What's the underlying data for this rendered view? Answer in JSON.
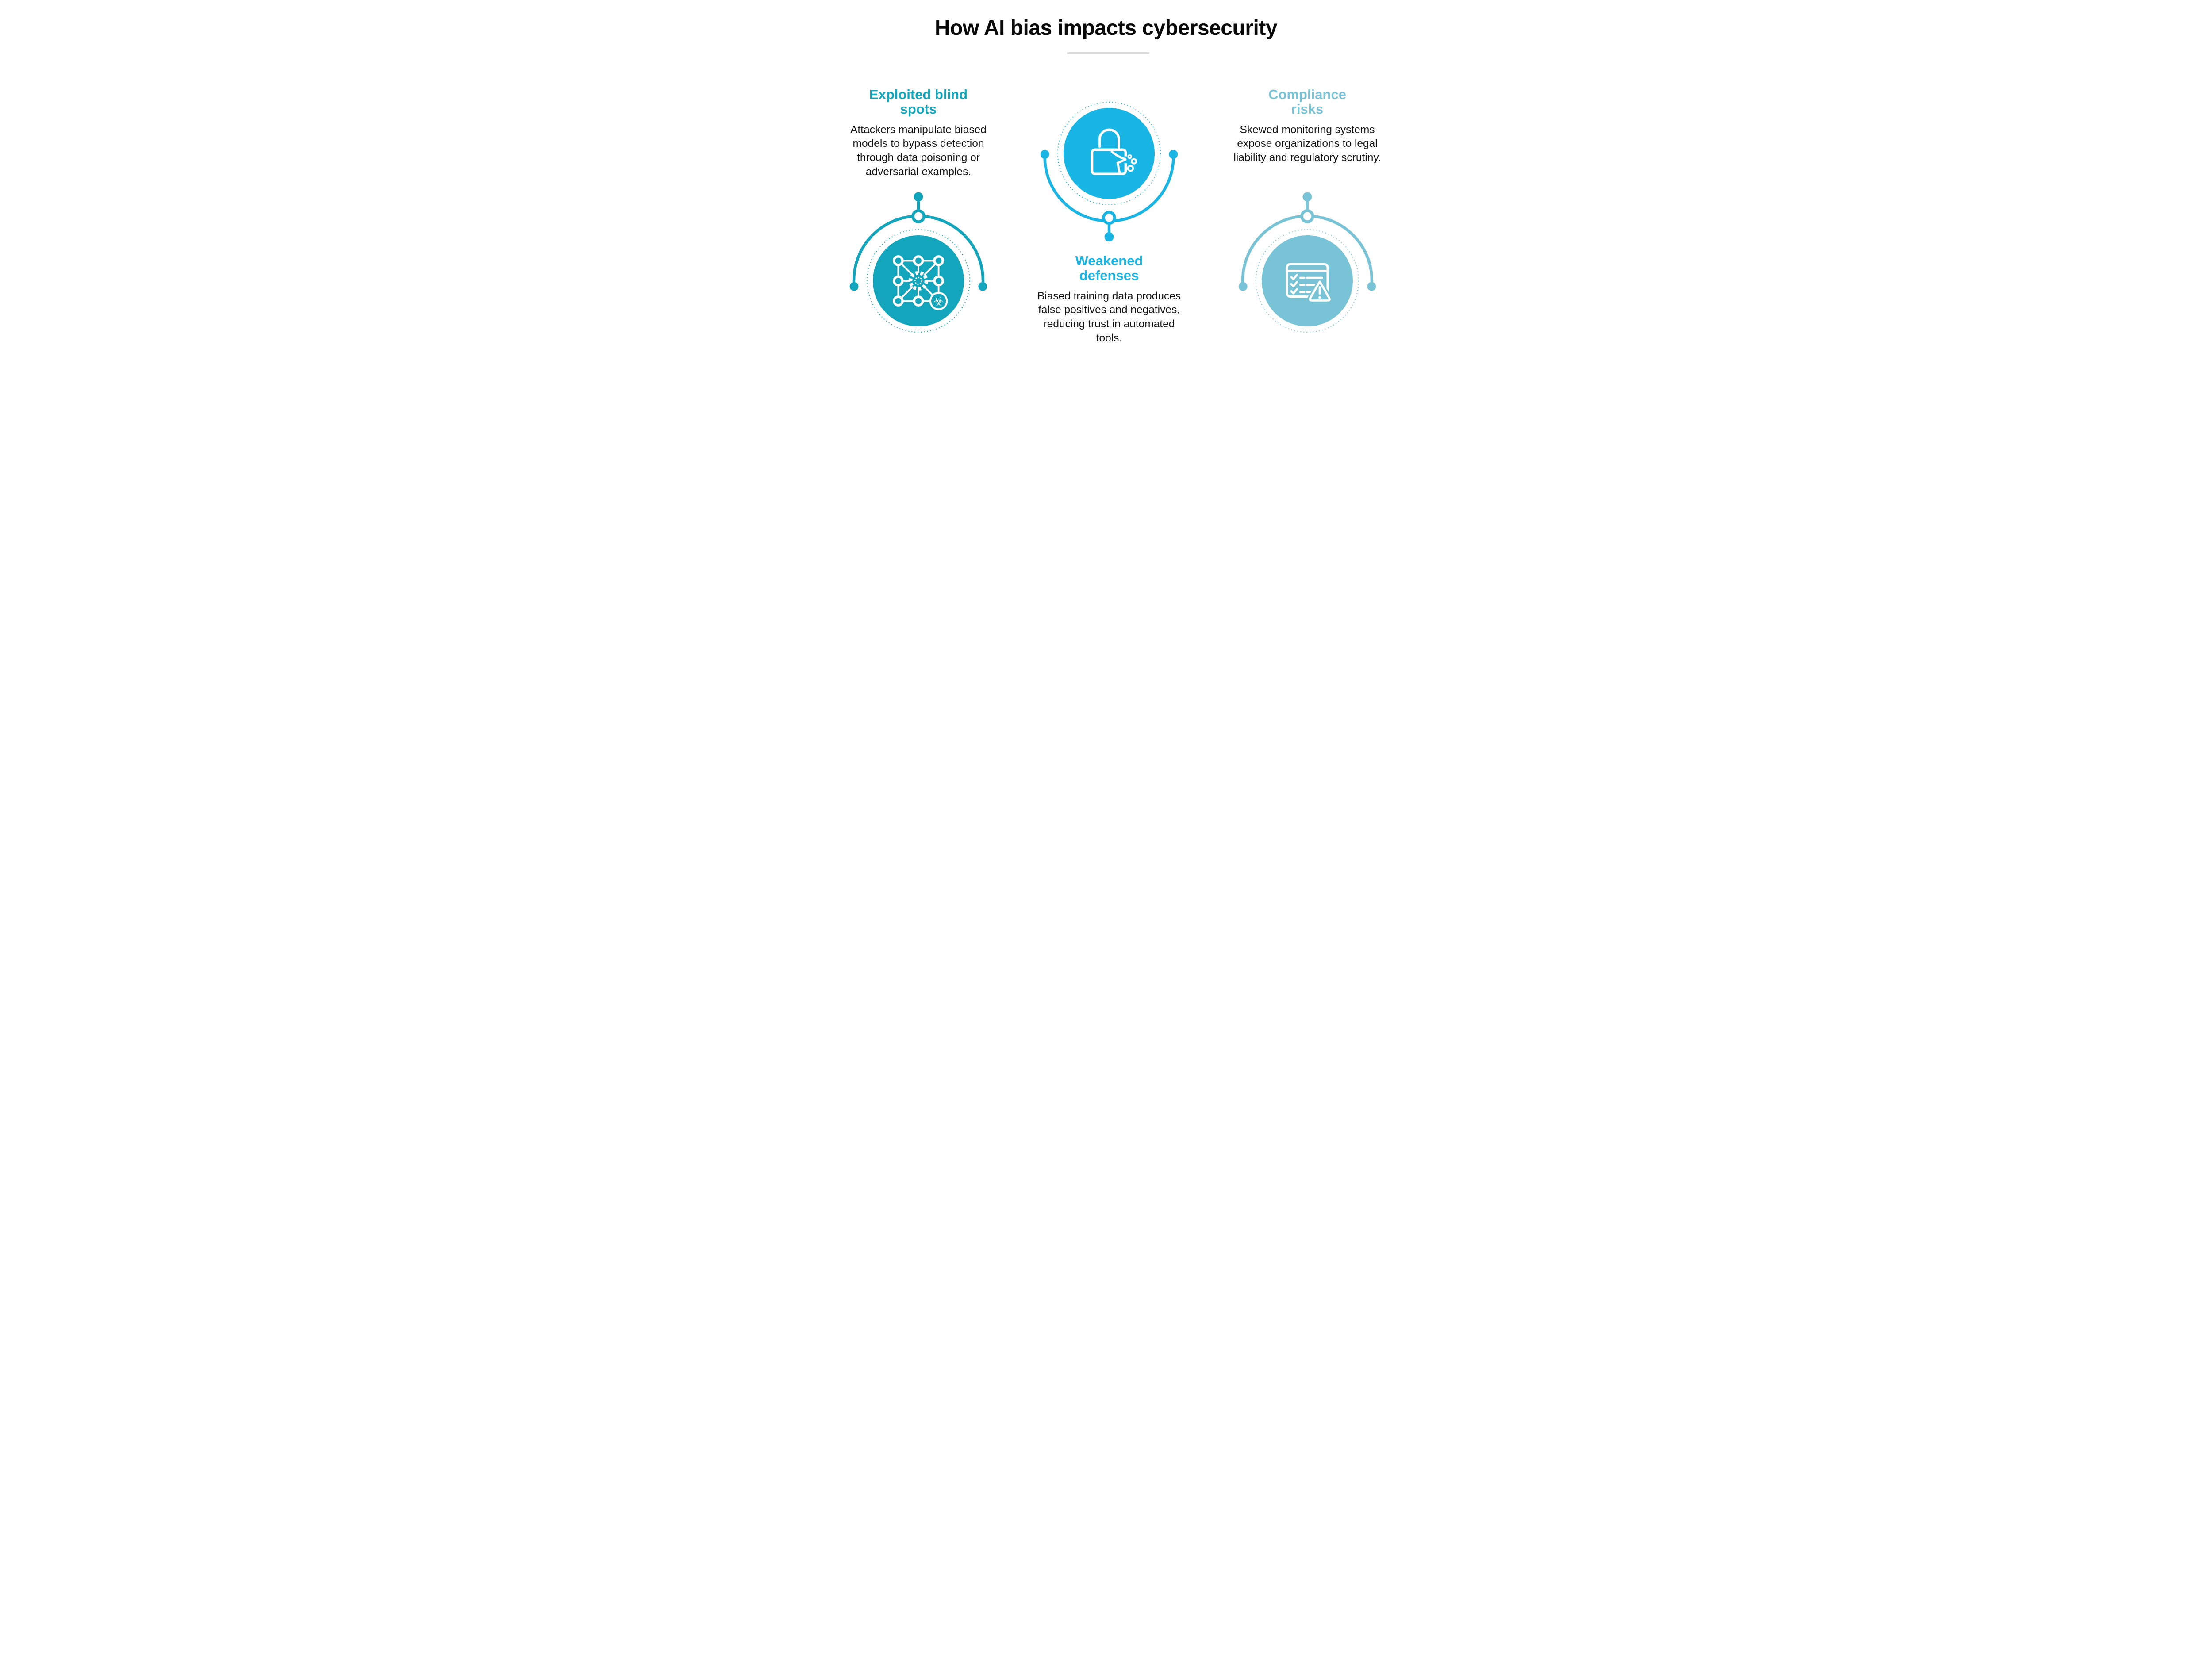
{
  "infographic": {
    "title": "How AI bias impacts cybersecurity",
    "title_color": "#0a0a0a",
    "divider_color": "#dbdbd9",
    "background_color": "#ffffff",
    "body_text_color": "#111111"
  },
  "sections": [
    {
      "id": "exploited-blind-spots",
      "heading_lines": [
        "Exploited blind",
        "spots"
      ],
      "body": "Attackers manipulate biased models to bypass detection through data poisoning or adversarial examples.",
      "accent_color": "#13a5bb",
      "icon": "ai-network-biohazard-icon"
    },
    {
      "id": "weakened-defenses",
      "heading_lines": [
        "Weakened",
        "defenses"
      ],
      "body": "Biased training data produces false positives and negatives, reducing trust in automated tools.",
      "accent_color": "#19b5e4",
      "icon": "broken-padlock-icon"
    },
    {
      "id": "compliance-risks",
      "heading_lines": [
        "Compliance",
        "risks"
      ],
      "body": "Skewed monitoring systems expose organizations to legal liability and regulatory scrutiny.",
      "accent_color": "#79c3d7",
      "icon": "checklist-warning-icon"
    }
  ]
}
